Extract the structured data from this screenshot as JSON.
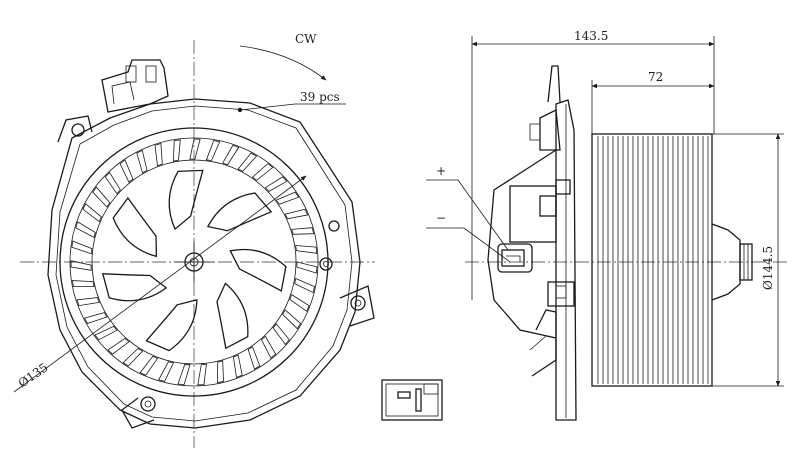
{
  "labels": {
    "rotation": "CW",
    "blade_count": "39 pcs",
    "fan_diameter": "Ø135",
    "overall_length": "143.5",
    "wheel_length": "72",
    "housing_diameter": "Ø144.5",
    "terminal_positive": "+",
    "terminal_negative": "−"
  },
  "counts": {
    "blade_slots": 39,
    "inner_vanes": 7
  }
}
